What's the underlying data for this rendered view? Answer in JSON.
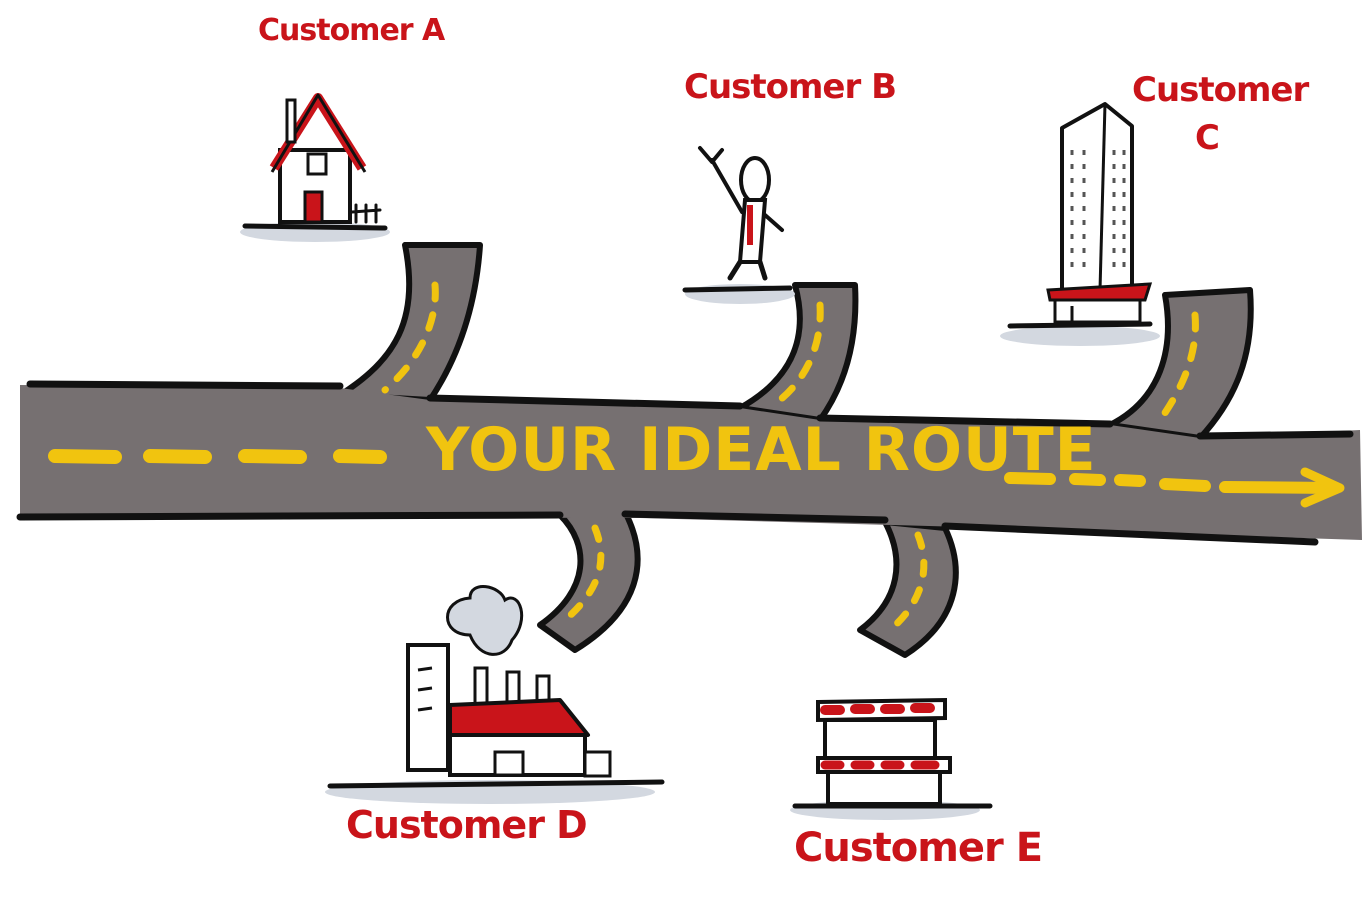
{
  "route": {
    "title": "YOUR IDEAL ROUTE"
  },
  "customers": [
    {
      "id": "a",
      "label": "Customer A",
      "icon": "house-icon"
    },
    {
      "id": "b",
      "label": "Customer B",
      "icon": "waving-person-icon"
    },
    {
      "id": "c",
      "label": "Customer C",
      "icon": "skyscraper-icon"
    },
    {
      "id": "d",
      "label": "Customer D",
      "icon": "factory-icon"
    },
    {
      "id": "e",
      "label": "Customer E",
      "icon": "market-stall-icon"
    }
  ],
  "colors": {
    "road": "#767071",
    "road_line": "#f1c40f",
    "accent_red": "#c9141a",
    "outline": "#111111",
    "shadow": "#d3d8e0"
  }
}
